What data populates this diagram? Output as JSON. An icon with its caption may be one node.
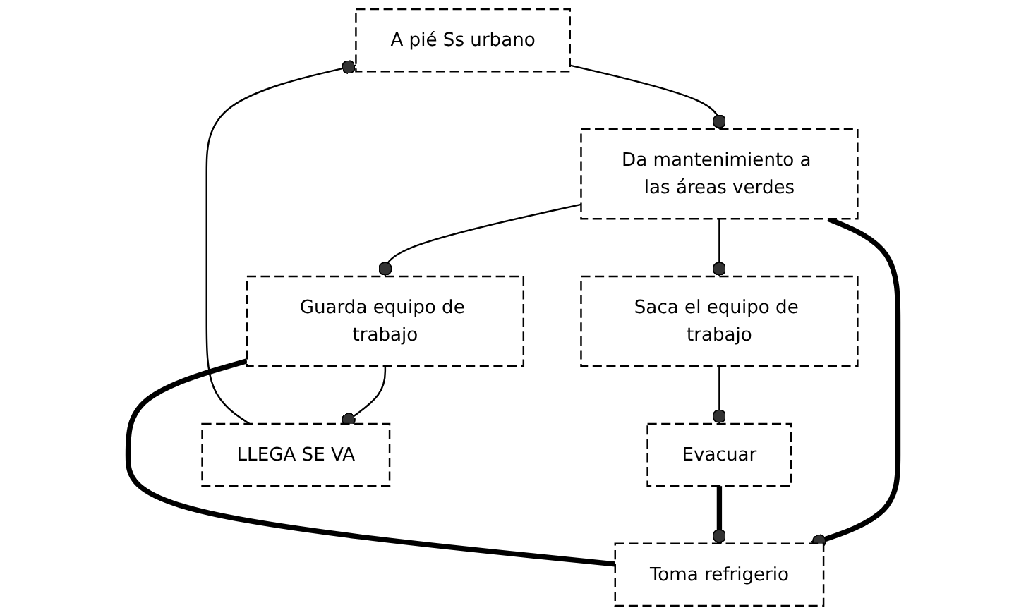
{
  "diagram": {
    "nodes": [
      {
        "text": [
          "A pié Ss urbano"
        ]
      },
      {
        "text": [
          "Saca el equipo de trabajo"
        ]
      },
      {
        "text": [
          "Evacuar"
        ]
      },
      {
        "text": [
          "Da mantenimiento a las áreas verdes"
        ]
      },
      {
        "text": [
          "LLEGA SE VA"
        ]
      },
      {
        "text": [
          "Toma refrigerio"
        ]
      },
      {
        "text": [
          "Guarda equipo de trabajo"
        ]
      }
    ],
    "edges": [
      {
        "from": 0,
        "to": 3,
        "arrow": "other"
      },
      {
        "from": 4,
        "to": 0,
        "arrow": "other"
      },
      {
        "from": 3,
        "to": 1,
        "arrow": "other"
      },
      {
        "from": 1,
        "to": 2,
        "arrow": "other"
      },
      {
        "from": 3,
        "to": 6,
        "arrow": "other"
      },
      {
        "from": 3,
        "to": 5,
        "arrow": "other",
        "style": "thick"
      },
      {
        "from": 2,
        "to": 5,
        "arrow": "other",
        "style": "thick"
      },
      {
        "from": 6,
        "to": 4,
        "arrow": "other"
      },
      {
        "from": 6,
        "to": 5,
        "arrow": "none",
        "style": "thick"
      }
    ]
  }
}
